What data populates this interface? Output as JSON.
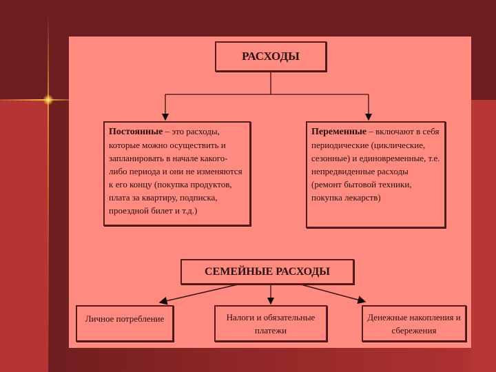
{
  "root": {
    "label": "РАСХОДЫ"
  },
  "fixed": {
    "term": "Постоянные",
    "definition": " – это расходы, которые можно осуществить и запланировать в начале какого-либо периода и они не изменяются к его концу (покупка продуктов, плата за квартиру, подписка, проездной билет и т.д.)"
  },
  "variable": {
    "term": "Переменные",
    "definition": " – включают в себя периодические (циклические, сезонные) и единовременные, т.е. непредвиденные расходы (ремонт бытовой техники, покупка лекарств)"
  },
  "family": {
    "label": "СЕМЕЙНЫЕ РАСХОДЫ"
  },
  "family_items": [
    "Личное потребление",
    "Налоги и обязательные платежи",
    "Денежные накопления и сбережения"
  ],
  "colors": {
    "panel": "#ff8a80",
    "background": "#6e1e20",
    "border": "#5a1a1a"
  }
}
